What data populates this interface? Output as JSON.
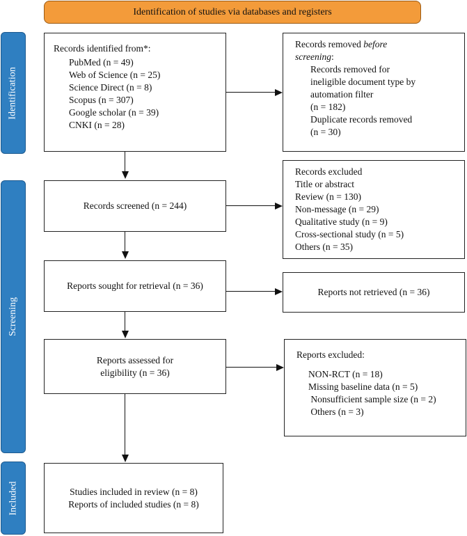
{
  "header": "Identification of studies via databases and registers",
  "phases": {
    "identification": "Identification",
    "screening": "Screening",
    "included": "Included"
  },
  "identified": {
    "title": "Records identified from*:",
    "items": [
      "PubMed (n = 49)",
      "Web of Science (n = 25)",
      "Science Direct (n = 8)",
      "Scopus (n = 307)",
      "Google scholar (n = 39)",
      "CNKI (n = 28)"
    ]
  },
  "removed": {
    "title_prefix": "Records removed ",
    "title_emph": "before",
    "title_line2": "screening",
    "title_colon": ":",
    "lines": [
      "Records removed for",
      "ineligible document type by",
      "automation filter",
      "(n = 182)",
      "Duplicate records removed",
      "(n = 30)"
    ]
  },
  "screened": "Records screened (n = 244)",
  "excluded": {
    "lines": [
      "Records excluded",
      "Title or abstract",
      "Review  (n = 130)",
      "Non-message (n = 29)",
      "Qualitative study (n = 9)",
      "Cross-sectional study (n = 5)",
      "Others (n = 35)"
    ]
  },
  "sought": "Reports sought for retrieval (n = 36)",
  "not_retrieved": "Reports not retrieved (n = 36)",
  "assessed": {
    "line1": "Reports assessed for",
    "line2": "eligibility (n = 36)"
  },
  "reports_excluded": {
    "title": "Reports excluded:",
    "lines": [
      "NON-RCT (n = 18)",
      "Missing baseline data (n = 5)",
      " Nonsufficient sample size (n = 2)",
      " Others (n = 3)"
    ]
  },
  "included": {
    "line1": "Studies included in review (n = 8)",
    "line2": "Reports of included studies (n = 8)"
  }
}
